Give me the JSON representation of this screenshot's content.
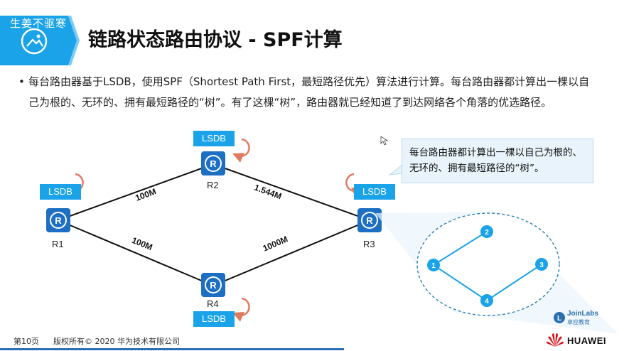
{
  "header": {
    "watermark": "生姜不驱寒",
    "title": "链路状态路由协议 - SPF计算",
    "icon": "image-icon"
  },
  "content": {
    "bullet": "每台路由器基于LSDB，使用SPF（Shortest Path First，最短路径优先）算法进行计算。每台路由器都计算出一棵以自己为根的、无环的、拥有最短路径的“树”。有了这棵“树”，路由器就已经知道了到达网络各个角落的优选路径。"
  },
  "diagram": {
    "lsdb_label": "LSDB",
    "routers": [
      {
        "id": "R1",
        "label": "R1",
        "icon": "router-icon"
      },
      {
        "id": "R2",
        "label": "R2",
        "icon": "router-icon"
      },
      {
        "id": "R3",
        "label": "R3",
        "icon": "router-icon"
      },
      {
        "id": "R4",
        "label": "R4",
        "icon": "router-icon"
      }
    ],
    "links": [
      {
        "from": "R1",
        "to": "R2",
        "label": "100M"
      },
      {
        "from": "R2",
        "to": "R3",
        "label": "1.544M"
      },
      {
        "from": "R1",
        "to": "R4",
        "label": "100M"
      },
      {
        "from": "R4",
        "to": "R3",
        "label": "1000M"
      }
    ],
    "callout": "每台路由器都计算出一棵以自己为根的、无环的、拥有最短路径的“树”。",
    "tree": {
      "nodes": [
        "1",
        "2",
        "3",
        "4"
      ],
      "edges": [
        [
          "1",
          "2"
        ],
        [
          "1",
          "4"
        ],
        [
          "4",
          "3"
        ]
      ]
    },
    "colors": {
      "router": "#1d6fc4",
      "lsdb": "#1aa3e8",
      "refresh_arrow": "#e07a5f",
      "tree_node": "#1aa3e8"
    }
  },
  "footer": {
    "page": "第10页",
    "copyright": "版权所有© 2020 华为技术有限公司",
    "joinlabs_name": "JoinLabs",
    "joinlabs_sub": "卓应教育",
    "brand": "HUAWEI"
  }
}
